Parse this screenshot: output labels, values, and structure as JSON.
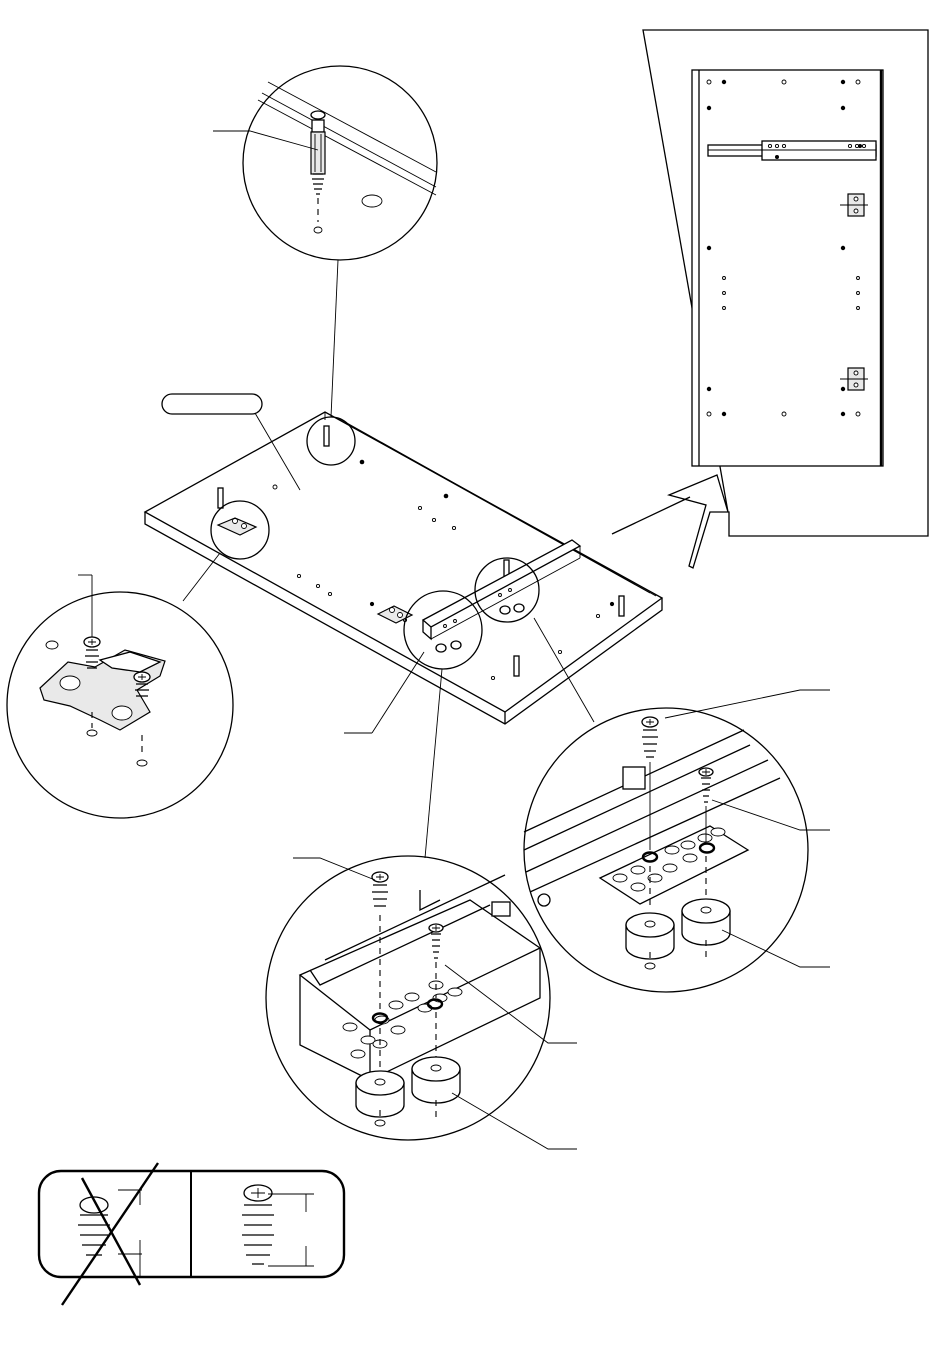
{
  "title": "",
  "colors": {
    "ink": "#000000",
    "paper": "#ffffff",
    "shade": "#e9e9e9"
  },
  "icons": [
    "dowel-pin-icon",
    "confirmat-screw-icon",
    "wood-screw-icon",
    "hinge-plate-icon",
    "drawer-runner-icon",
    "plastic-spacer-icon",
    "euro-screw-icon"
  ],
  "callouts": [
    "dowel-detail",
    "hinge-plate-detail",
    "runner-front-detail",
    "runner-rear-detail",
    "screw-length-check"
  ],
  "part_label": "",
  "screw_check": {
    "wrong": "short-screw",
    "right": "long-screw"
  }
}
